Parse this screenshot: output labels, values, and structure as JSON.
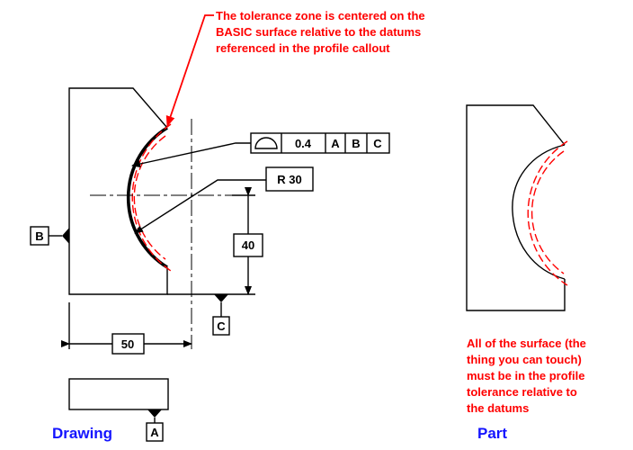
{
  "annotation_top": {
    "line1": "The tolerance zone is centered on the",
    "line2": "BASIC surface relative to the datums",
    "line3": "referenced in the profile callout"
  },
  "feature_control_frame": {
    "symbol_icon": "profile-of-a-surface-icon",
    "tolerance": "0.4",
    "datum_primary": "A",
    "datum_secondary": "B",
    "datum_tertiary": "C"
  },
  "radius_label": "R 30",
  "dimensions": {
    "vertical": "40",
    "horizontal": "50"
  },
  "datums": {
    "b": "B",
    "c": "C",
    "a": "A"
  },
  "captions": {
    "drawing": "Drawing",
    "part": "Part"
  },
  "annotation_part": {
    "line1": "All of the surface (the",
    "line2": "thing you can touch)",
    "line3": "must be in the profile",
    "line4": "tolerance relative to",
    "line5": "the datums"
  },
  "colors": {
    "annotation": "#ff0000",
    "caption": "#1414ff",
    "linework": "#000000"
  }
}
